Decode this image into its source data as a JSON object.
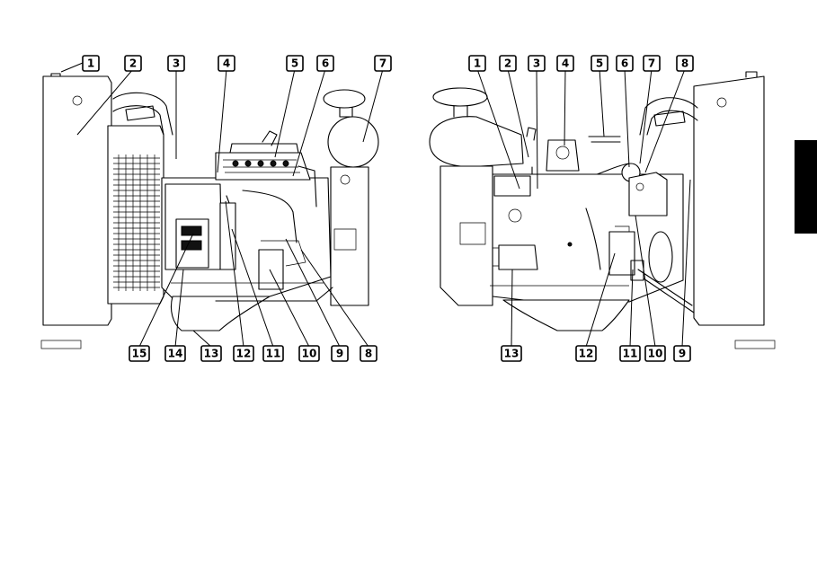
{
  "left_view": {
    "callouts": [
      "1",
      "2",
      "3",
      "4",
      "5",
      "6",
      "7",
      "8",
      "9",
      "10",
      "11",
      "12",
      "13",
      "14",
      "15"
    ]
  },
  "right_view": {
    "callouts": [
      "1",
      "2",
      "3",
      "4",
      "5",
      "6",
      "7",
      "8",
      "9",
      "10",
      "11",
      "12",
      "13"
    ]
  },
  "colors": {
    "line": "#000000",
    "background": "#ffffff",
    "section_tab": "#000000"
  }
}
